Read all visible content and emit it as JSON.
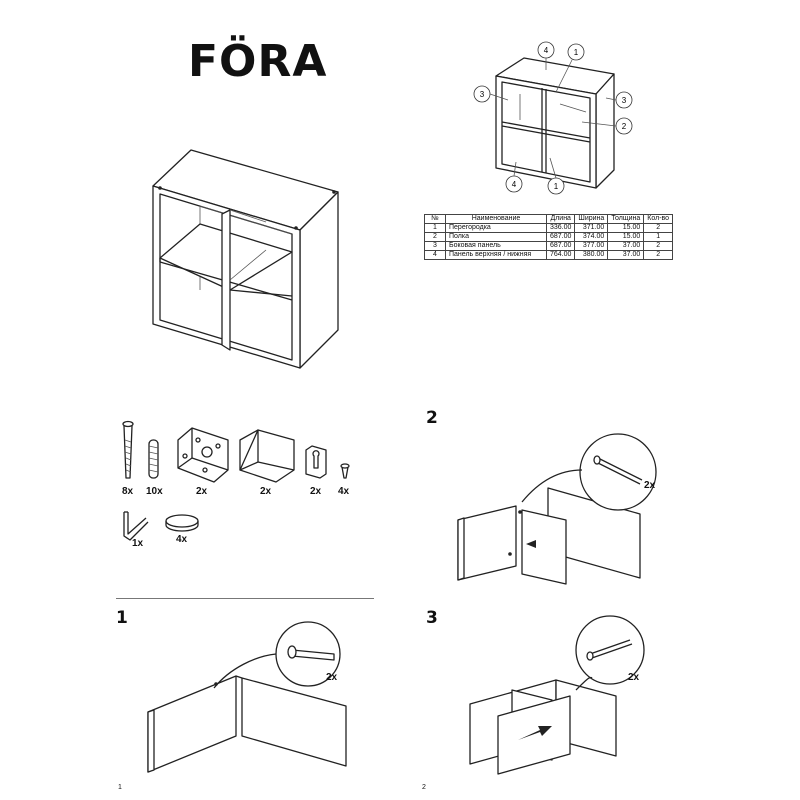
{
  "title": "FÖRA",
  "diagram_labels": {
    "top_4": "4",
    "top_1": "1",
    "left_3": "3",
    "right_3": "3",
    "right_2": "2",
    "bottom_4": "4",
    "bottom_1": "1"
  },
  "parts_table": {
    "headers": [
      "№",
      "Наименование",
      "Длина",
      "Ширина",
      "Толщина",
      "Кол-во"
    ],
    "rows": [
      [
        "1",
        "Перегородка",
        "336.00",
        "371.00",
        "15.00",
        "2"
      ],
      [
        "2",
        "Полка",
        "687.00",
        "374.00",
        "15.00",
        "1"
      ],
      [
        "3",
        "Боковая панель",
        "687.00",
        "377.00",
        "37.00",
        "2"
      ],
      [
        "4",
        "Панель верхняя / нижняя",
        "764.00",
        "380.00",
        "37.00",
        "2"
      ]
    ]
  },
  "hardware": {
    "bolt_qty": "8x",
    "dowel_qty": "10x",
    "bracket_qty": "2x",
    "corner_qty": "2x",
    "hanger_qty": "2x",
    "screw_qty": "4x",
    "hexkey_qty": "1x",
    "cap_qty": "4x"
  },
  "steps": {
    "step1": "1",
    "step1_qty": "2x",
    "step2": "2",
    "step2_qty": "2x",
    "step3": "3",
    "step3_qty": "2x"
  },
  "page_numbers": {
    "left": "1",
    "right": "2"
  }
}
